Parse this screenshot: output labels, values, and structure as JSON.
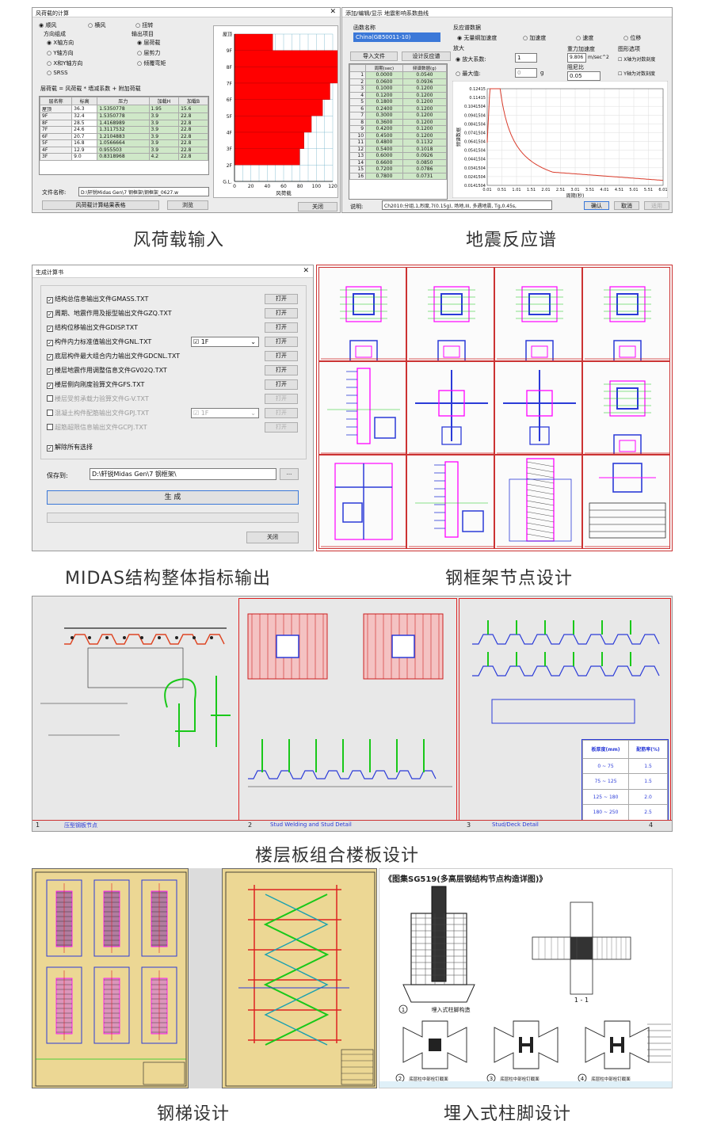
{
  "captions": {
    "wind": "风荷载输入",
    "seismic": "地震反应谱",
    "midas": "MIDAS结构整体指标输出",
    "node": "钢框架节点设计",
    "floor": "楼层板组合楼板设计",
    "stair": "钢梯设计",
    "base": "埋入式柱脚设计"
  },
  "wind_dialog": {
    "title": "风荷载的计算",
    "type_options": [
      "顺风",
      "横风",
      "扭转"
    ],
    "direction_label": "方向组成",
    "directions": [
      "X轴方向",
      "Y轴方向",
      "X和Y轴方向",
      "SRSS"
    ],
    "output_label": "输出项目",
    "outputs": [
      "层荷载",
      "层剪力",
      "倾覆弯矩"
    ],
    "formula": "层荷载 = 风荷载 * 墙减系数 + 附加荷载",
    "table_headers": [
      "层名称",
      "标高",
      "压力",
      "加载H",
      "加载B"
    ],
    "table_rows": [
      [
        "屋顶",
        "36.3",
        "1.5350778",
        "1.95",
        "15.6"
      ],
      [
        "9F",
        "32.4",
        "1.5350778",
        "3.9",
        "22.8"
      ],
      [
        "8F",
        "28.5",
        "1.4168989",
        "3.9",
        "22.8"
      ],
      [
        "7F",
        "24.6",
        "1.3117532",
        "3.9",
        "22.8"
      ],
      [
        "6F",
        "20.7",
        "1.2104883",
        "3.9",
        "22.8"
      ],
      [
        "5F",
        "16.8",
        "1.0566664",
        "3.9",
        "22.8"
      ],
      [
        "4F",
        "12.9",
        "0.955503",
        "3.9",
        "22.8"
      ],
      [
        "3F",
        "9.0",
        "0.8318968",
        "4.2",
        "22.8"
      ]
    ],
    "file_label": "文件名称:",
    "file_value": "D:\\轩锐Midas Gen\\7 钢框架\\钢框架_0627.w",
    "btn_table": "风荷载计算结果表格",
    "btn_browse": "浏览",
    "btn_close": "关闭",
    "chart_xlabel": "风荷载",
    "chart_levels": [
      "屋顶",
      "9F",
      "8F",
      "7F",
      "6F",
      "5F",
      "4F",
      "3F",
      "2F",
      "G.L."
    ],
    "chart_ticks": [
      "0",
      "20",
      "40",
      "60",
      "80",
      "100",
      "120"
    ]
  },
  "seismic_dialog": {
    "title": "添加/编辑/显示 地震影响系数曲线",
    "func_label": "函数名称",
    "func_value": "China(GB50011-10)",
    "btn_import": "导入文件",
    "btn_design": "设计反应谱",
    "table_headers": [
      "",
      "周期(sec)",
      "频谱数据(g)"
    ],
    "table_rows": [
      [
        "1",
        "0.0000",
        "0.0540"
      ],
      [
        "2",
        "0.0600",
        "0.0936"
      ],
      [
        "3",
        "0.1000",
        "0.1200"
      ],
      [
        "4",
        "0.1200",
        "0.1200"
      ],
      [
        "5",
        "0.1800",
        "0.1200"
      ],
      [
        "6",
        "0.2400",
        "0.1200"
      ],
      [
        "7",
        "0.3000",
        "0.1200"
      ],
      [
        "8",
        "0.3600",
        "0.1200"
      ],
      [
        "9",
        "0.4200",
        "0.1200"
      ],
      [
        "10",
        "0.4500",
        "0.1200"
      ],
      [
        "11",
        "0.4800",
        "0.1132"
      ],
      [
        "12",
        "0.5400",
        "0.1018"
      ],
      [
        "13",
        "0.6000",
        "0.0926"
      ],
      [
        "14",
        "0.6600",
        "0.0850"
      ],
      [
        "15",
        "0.7200",
        "0.0786"
      ],
      [
        "16",
        "0.7800",
        "0.0731"
      ]
    ],
    "resp_label": "反应谱数据",
    "resp_options": [
      "无量纲加速度",
      "加速度",
      "速度",
      "位移"
    ],
    "amp_label": "放大",
    "amp_factor_label": "放大系数:",
    "amp_factor_value": "1",
    "max_label": "最大值:",
    "max_value": "0",
    "max_unit": "g",
    "gravity_label": "重力加速度",
    "gravity_value": "9.806",
    "gravity_unit": "m/sec^2",
    "damp_label": "阻尼比",
    "damp_value": "0.05",
    "graph_label": "图形选项",
    "log_x": "X轴为对数刻度",
    "log_y": "Y轴为对数刻度",
    "note_label": "说明:",
    "note_value": "Ch2010:分组,1,烈度,7(0.15g), 场地,III, 多遇地震, Tg,0.45s,",
    "btn_ok": "确认",
    "btn_cancel": "取消",
    "btn_apply": "适用",
    "chart_ylabel": "频谱数据",
    "chart_xlabel": "周期(秒)",
    "chart_yticks": [
      "0.12415",
      "0.11415",
      "0.1041504",
      "0.0941504",
      "0.0841504",
      "0.0741504",
      "0.0641504",
      "0.0541504",
      "0.0441504",
      "0.0341504",
      "0.0241504",
      "0.0141504"
    ],
    "chart_xticks": [
      "0.01",
      "0.51",
      "1.01",
      "1.51",
      "2.01",
      "2.51",
      "3.01",
      "3.51",
      "4.01",
      "4.51",
      "5.01",
      "5.51",
      "6.01"
    ]
  },
  "midas_dialog": {
    "title": "生成计算书",
    "items": [
      {
        "label": "结构总信息输出文件GMASS.TXT",
        "checked": true
      },
      {
        "label": "周期、地震作用及振型输出文件GZQ.TXT",
        "checked": true
      },
      {
        "label": "结构位移输出文件GDISP.TXT",
        "checked": true
      },
      {
        "label": "构件内力标准值输出文件GNL.TXT",
        "checked": true
      },
      {
        "label": "底层构件最大组合内力输出文件GDCNL.TXT",
        "checked": true
      },
      {
        "label": "楼层地震作用调整信息文件GV02Q.TXT",
        "checked": true
      },
      {
        "label": "楼层侧向刚度验算文件GFS.TXT",
        "checked": true
      },
      {
        "label": "楼层受剪承载力验算文件G-V.TXT",
        "checked": false
      },
      {
        "label": "混凝土构件配筋输出文件GPJ.TXT",
        "checked": false
      },
      {
        "label": "超筋超限信息输出文件GCPJ.TXT",
        "checked": false
      }
    ],
    "open_label": "打开",
    "floor_select": "1F",
    "clear_all": "解除所有选择",
    "save_label": "保存到:",
    "save_path": "D:\\轩锐Midas Gen\\7 钢框架\\",
    "browse_label": "...",
    "generate_label": "生 成",
    "close_label": "关闭"
  },
  "floor_sheet": {
    "title_blocks": [
      "压型钢板节点",
      "Stud Welding and Stud Detail",
      "Stud/Deck Detail"
    ],
    "table_headers": [
      "板厚度(mm)",
      "配筋率(%)"
    ],
    "table_rows": [
      [
        "0 ~ 75",
        "1.5"
      ],
      [
        "75 ~ 125",
        "1.5"
      ],
      [
        "125 ~ 180",
        "2.0"
      ],
      [
        "180 ~ 250",
        "2.5"
      ]
    ],
    "circle_numbers": [
      "1",
      "2",
      "3",
      "4"
    ]
  },
  "base_sheet": {
    "title": "《图集SG519(多高层钢结构节点构造详图)》",
    "details": [
      "埋入式柱脚构造",
      "1 - 1",
      "底层柱中部栓钉截面",
      "底层柱中部栓钉截面",
      "底层柱中部栓钉截面"
    ],
    "circle_numbers": [
      "1",
      "2",
      "3",
      "4"
    ]
  },
  "colors": {
    "bar_red": "#ff0000",
    "curve_red": "#d93b2b",
    "cad_red": "#cc2020",
    "cad_blue": "#2b3bd8",
    "cad_magenta": "#ff00ff",
    "cad_green": "#19c819",
    "select_blue": "#3b78d8"
  }
}
